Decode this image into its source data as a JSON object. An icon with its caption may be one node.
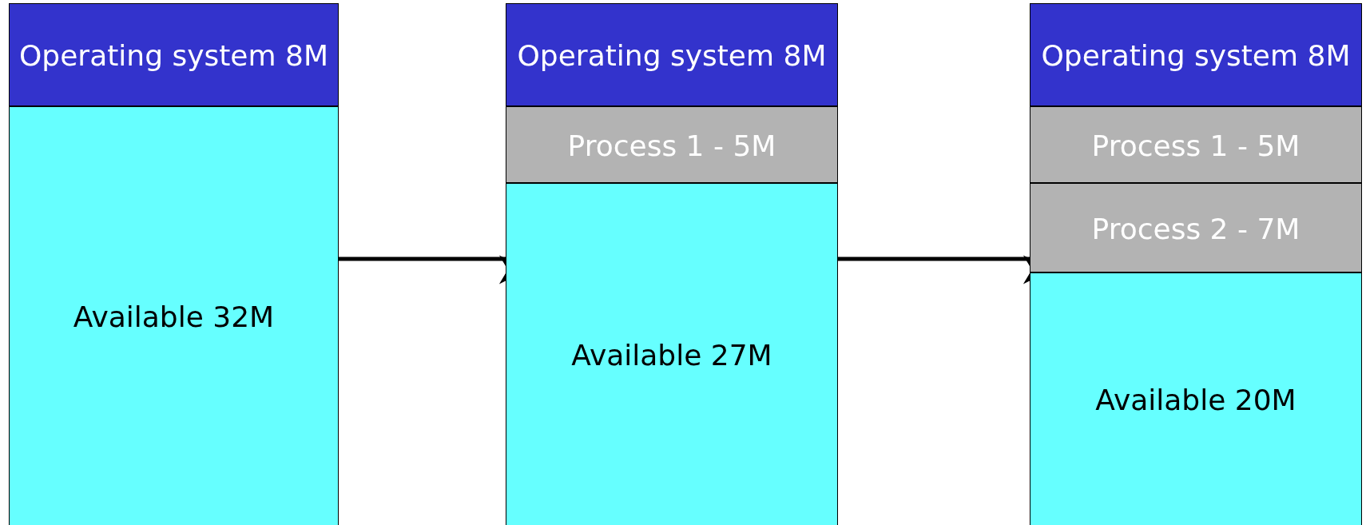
{
  "diagram": {
    "nodes": [
      {
        "text": [
          "Operating system 8M"
        ]
      },
      {
        "text": [
          "Available 32M"
        ]
      },
      {
        "text": [
          "Operating system 8M"
        ]
      },
      {
        "text": [
          "Process 1 - 5M"
        ]
      },
      {
        "text": [
          "Available 27M"
        ]
      },
      {
        "text": [
          "Operating system 8M"
        ]
      },
      {
        "text": [
          "Process 1 - 5M"
        ]
      },
      {
        "text": [
          "Process 2 - 7M"
        ]
      },
      {
        "text": [
          "Available 20M"
        ]
      }
    ],
    "edges": [
      {
        "from": 1,
        "to": 4,
        "arrow": "to"
      },
      {
        "from": 4,
        "to": 7,
        "arrow": "to"
      }
    ]
  }
}
